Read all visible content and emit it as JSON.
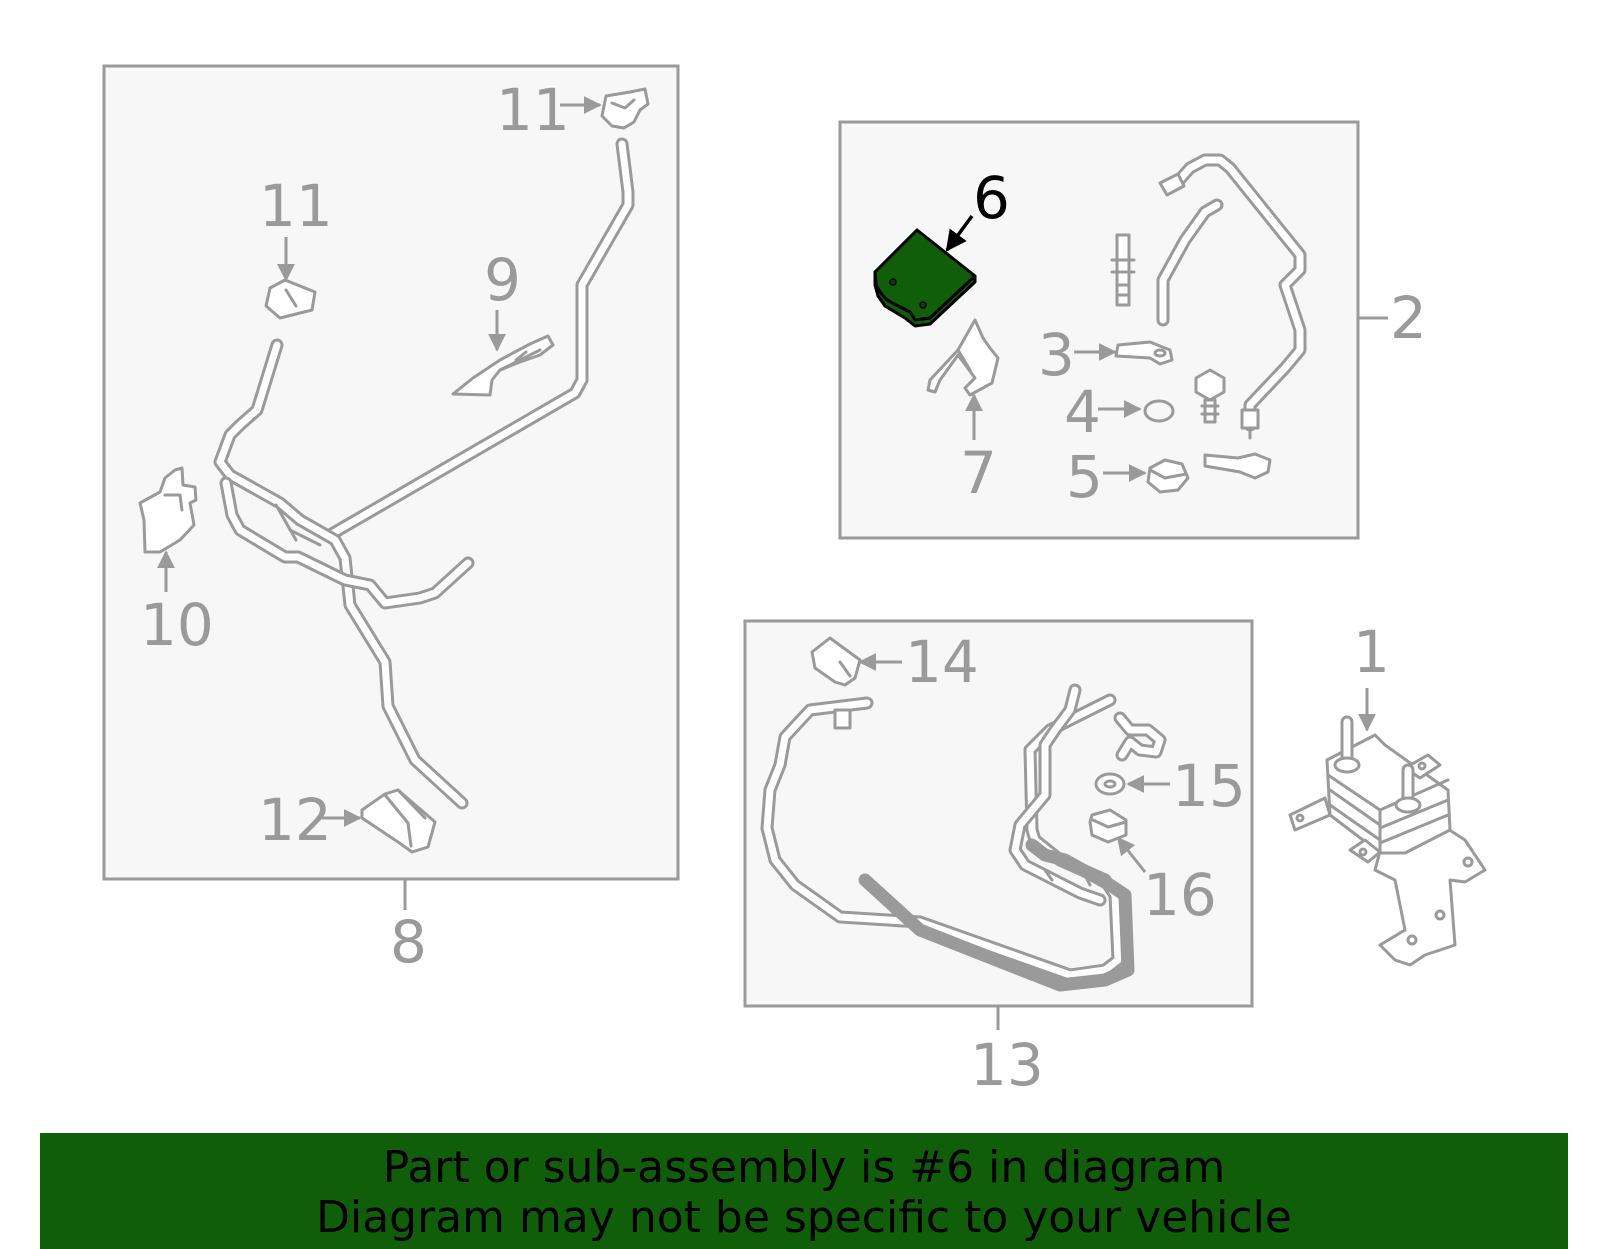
{
  "callouts": {
    "c1": "1",
    "c2": "2",
    "c3": "3",
    "c4": "4",
    "c5": "5",
    "c6": "6",
    "c7": "7",
    "c8": "8",
    "c9": "9",
    "c10": "10",
    "c11a": "11",
    "c11b": "11",
    "c12": "12",
    "c13": "13",
    "c14": "14",
    "c15": "15",
    "c16": "16"
  },
  "highlight_color": "#115e0a",
  "banner": {
    "line1": "Part or sub-assembly is #6 in diagram",
    "line2": "Diagram may not be specific to your vehicle"
  }
}
